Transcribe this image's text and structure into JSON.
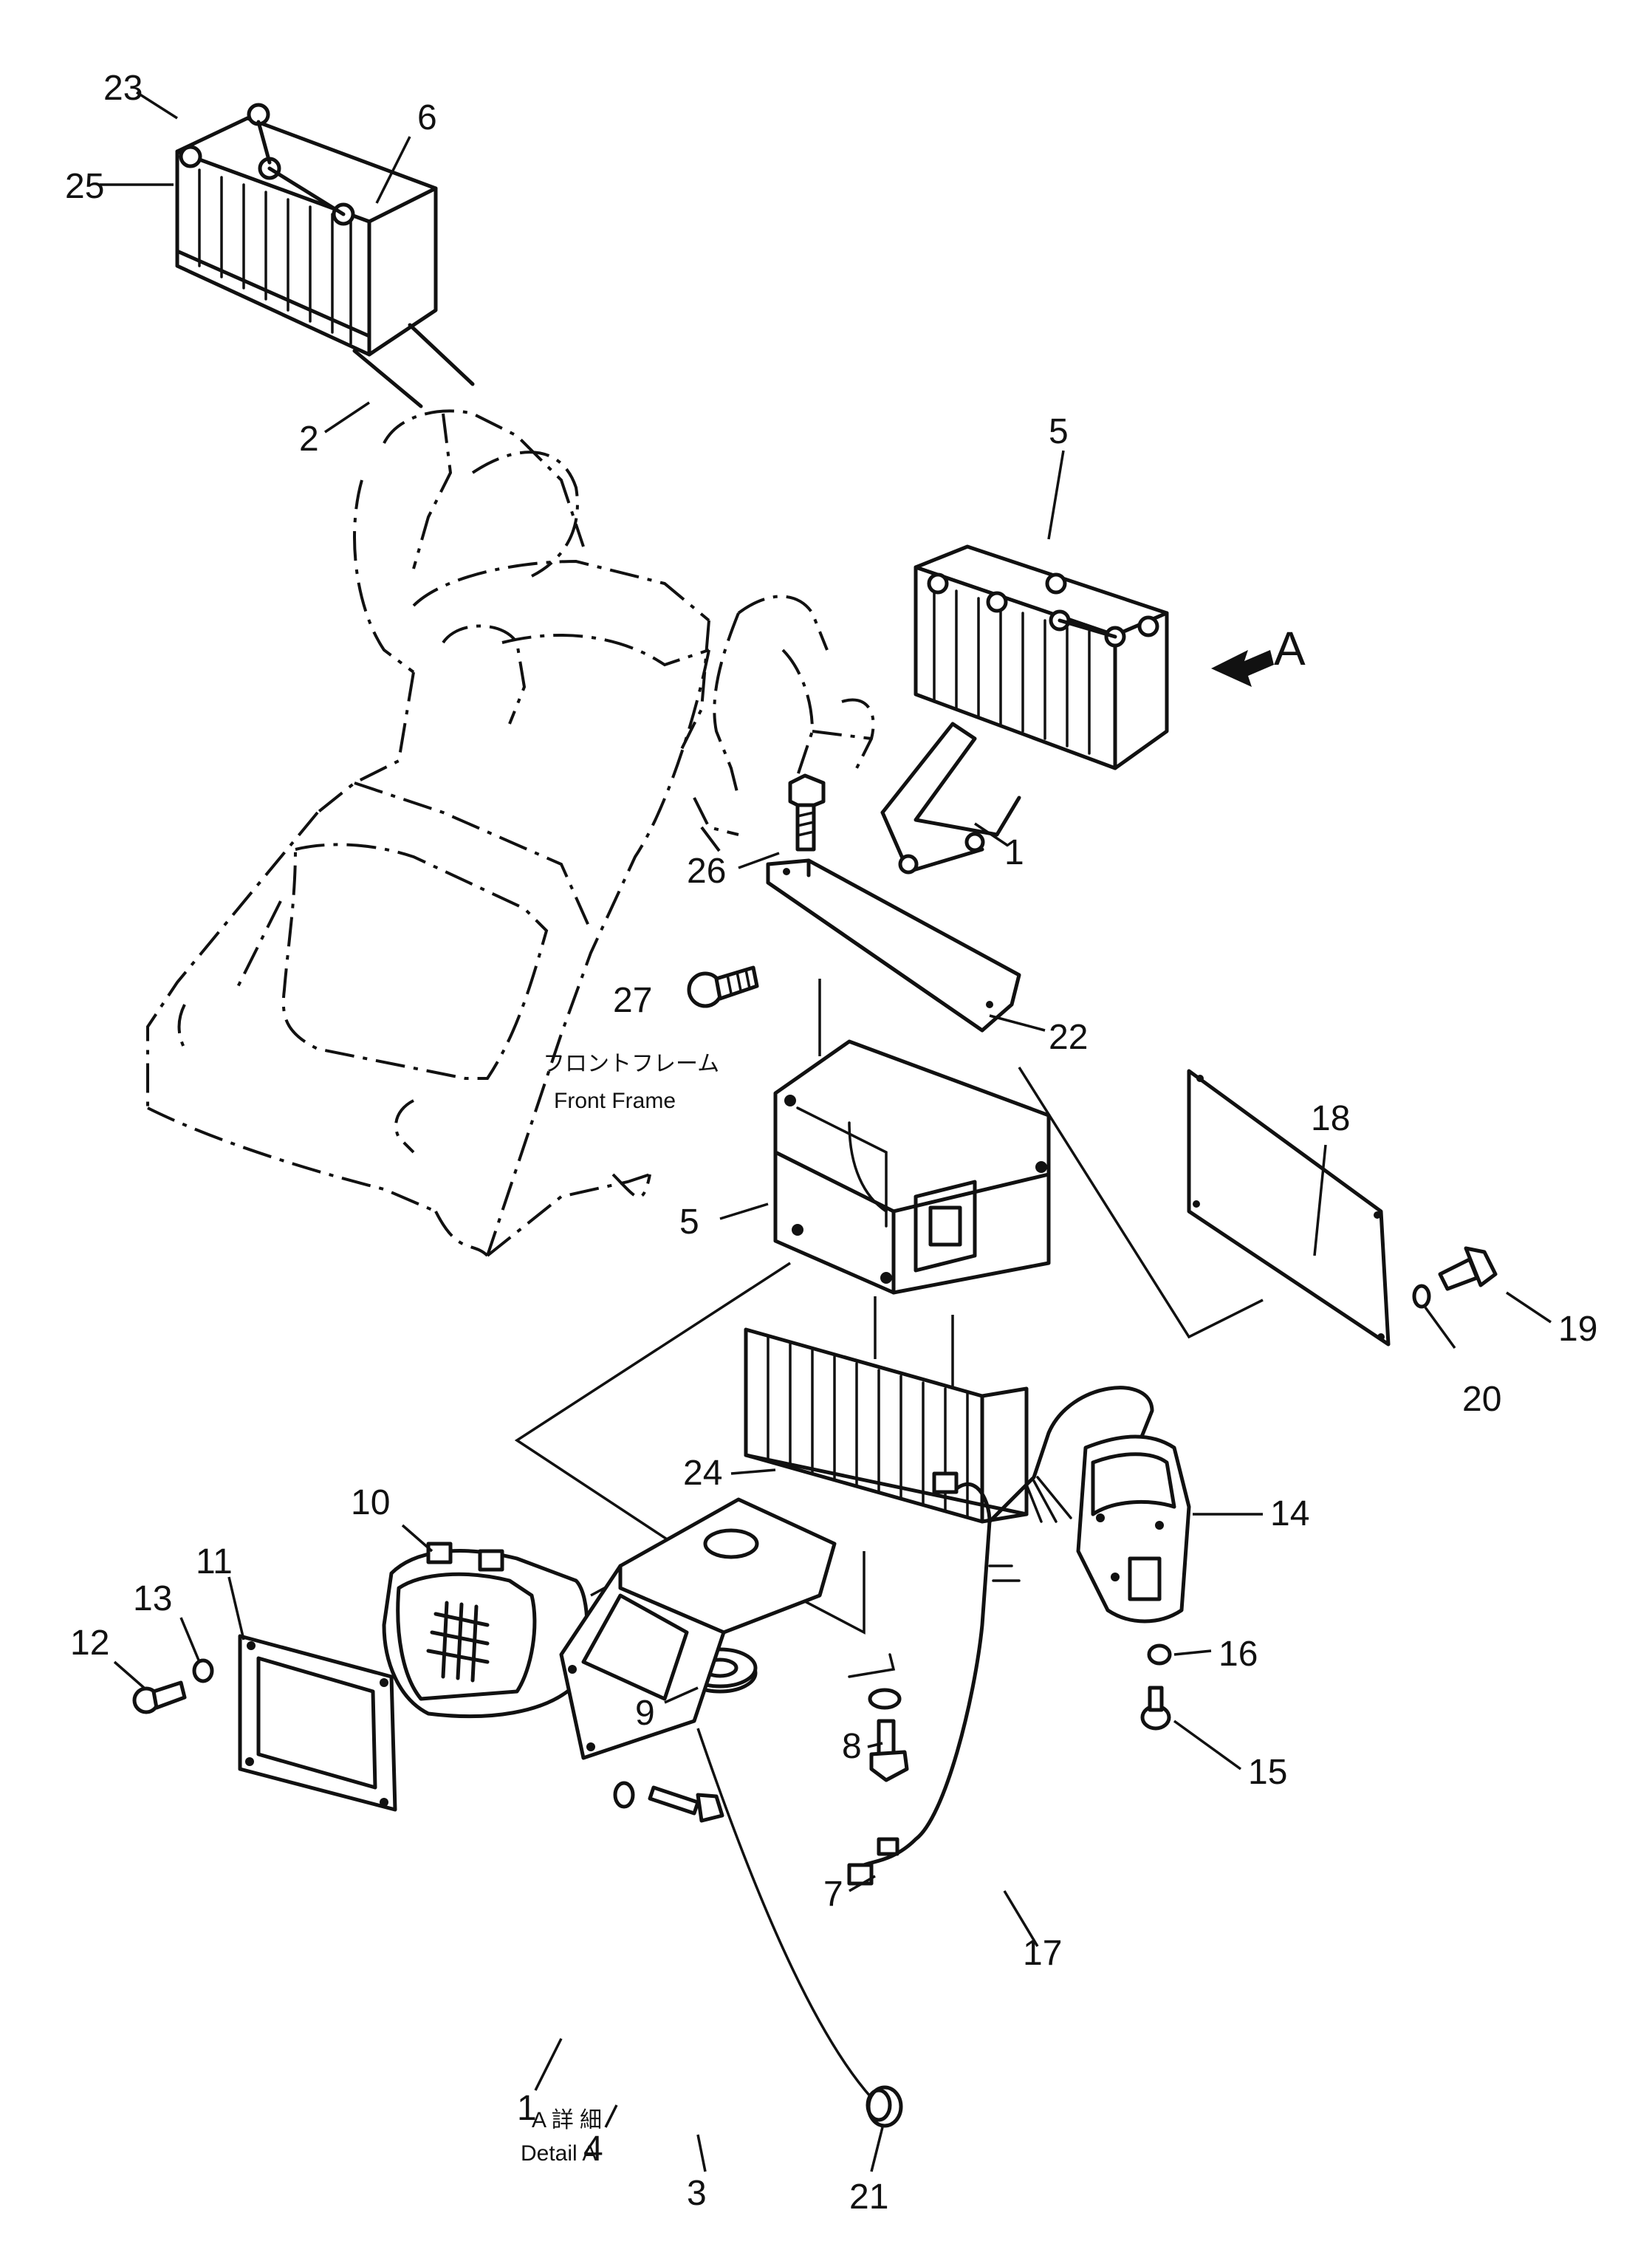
{
  "labels": {
    "front_frame_jp": "フロントフレーム",
    "front_frame_en": "Front Frame",
    "view_arrow": "A",
    "detail_jp": "A 詳 細",
    "detail_en": "Detail A"
  },
  "callouts": {
    "c1a": "1",
    "c1b": "1",
    "c2": "2",
    "c3": "3",
    "c4": "4",
    "c5a": "5",
    "c5b": "5",
    "c6": "6",
    "c7": "7",
    "c8": "8",
    "c9": "9",
    "c10": "10",
    "c11": "11",
    "c12": "12",
    "c13": "13",
    "c14": "14",
    "c15": "15",
    "c16": "16",
    "c17": "17",
    "c18": "18",
    "c19": "19",
    "c20": "20",
    "c21": "21",
    "c22": "22",
    "c23": "23",
    "c24": "24",
    "c25": "25",
    "c26": "26",
    "c27": "27"
  },
  "colors": {
    "ink": "#111111",
    "paper": "#ffffff"
  }
}
